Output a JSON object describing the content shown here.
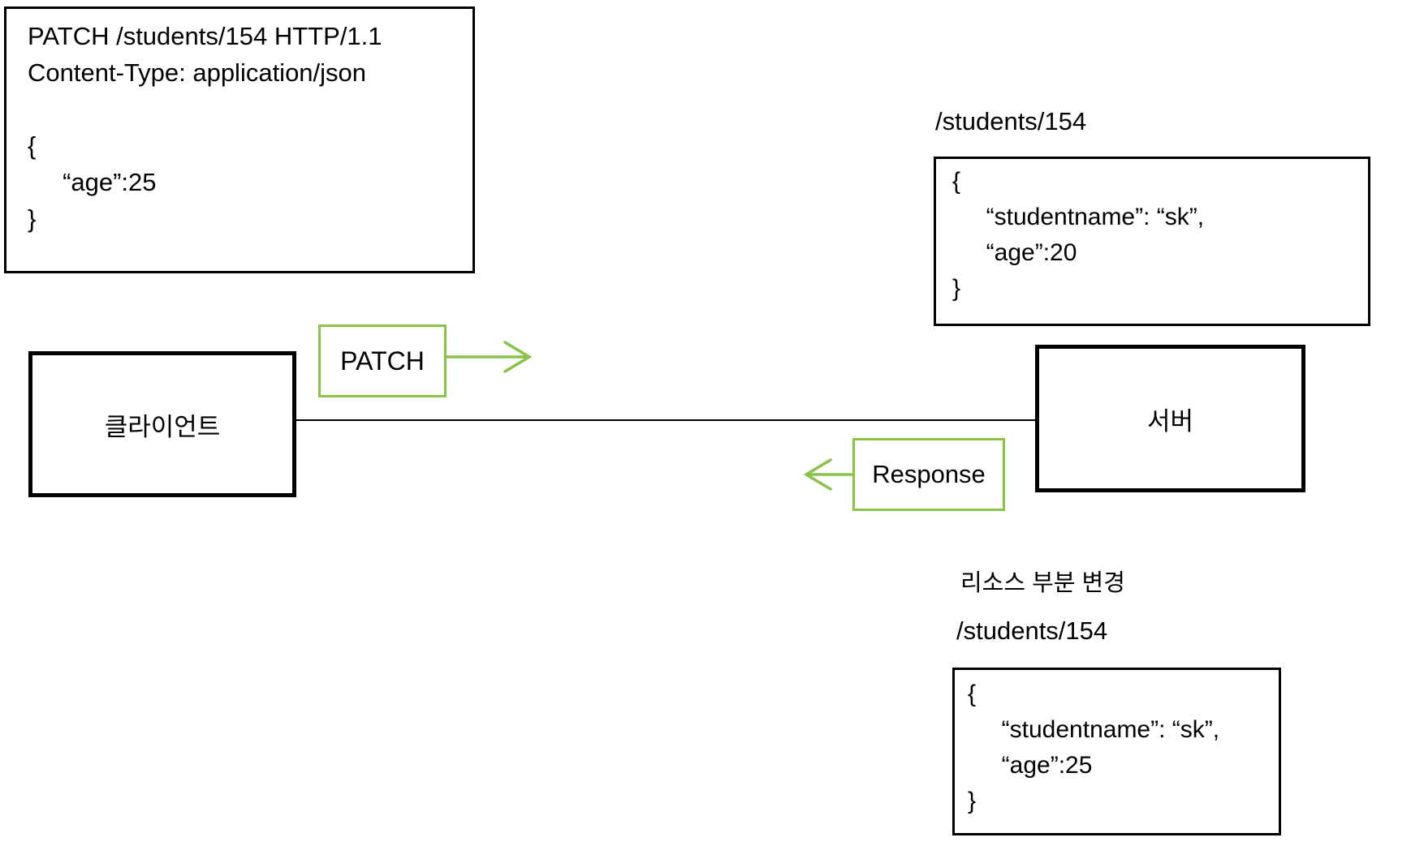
{
  "colors": {
    "accent_green": "#8BC34A",
    "line_black": "#000000",
    "background": "#FFFFFF"
  },
  "request_box": {
    "text": "PATCH /students/154 HTTP/1.1\nContent-Type: application/json\n\n{\n     “age”:25\n}"
  },
  "actors": {
    "client_label": "클라이언트",
    "server_label": "서버"
  },
  "messages": {
    "request_method": "PATCH",
    "response_label": "Response"
  },
  "server_resource": {
    "path": "/students/154",
    "state_before": "{\n     “studentname”: “sk”,\n     “age”:20\n}"
  },
  "updated_resource": {
    "caption": "리소스 부분 변경",
    "path": "/students/154",
    "state_after": "{\n     “studentname”: “sk”,\n     “age”:25\n}"
  }
}
